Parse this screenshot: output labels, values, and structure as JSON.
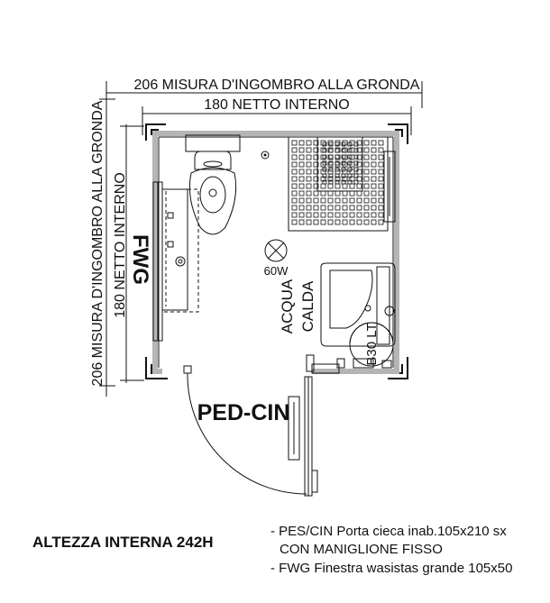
{
  "dimensions": {
    "overall_top": "206 MISURA D'INGOMBRO ALLA GRONDA",
    "net_top": "180 NETTO INTERNO",
    "overall_left": "206 MISURA D'INGOMBRO ALLA GRONDA",
    "net_left": "180 NETTO INTERNO"
  },
  "plan_labels": {
    "window": "FWG",
    "lamp": "60W",
    "water_line1": "ACQUA",
    "water_line2": "CALDA",
    "boiler": "B30 LT",
    "door": "PED-CIN"
  },
  "footer": {
    "height": "ALTEZZA INTERNA 242H",
    "note1_line1": "- PES/CIN Porta cieca inab.105x210 sx",
    "note1_line2": "CON MANIGLIONE FISSO",
    "note2": "- FWG Finestra wasistas grande 105x50"
  }
}
